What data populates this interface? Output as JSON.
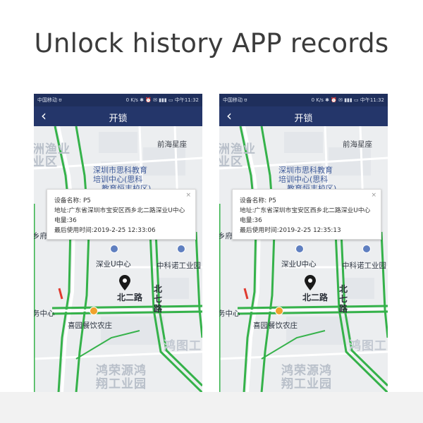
{
  "headline": "Unlock history APP records",
  "phones": [
    {
      "status": {
        "carrier": "中国移动 ʊ",
        "right": "0 K/s ✱ ⏰ ✉ ▮▮▮ ▭ 中午11:32"
      },
      "title": "开锁",
      "popup": {
        "name": "设备名称: P5",
        "address": "地址:广东省深圳市宝安区西乡北二路深业U中心",
        "battery": "电量:36",
        "last_used": "最后使用时间:2019-2-25 12:33:06"
      }
    },
    {
      "status": {
        "carrier": "中国移动 ʊ",
        "right": "0 K/s ✱ ⏰ ✉ ▮▮▮ ▭ 中午11:32"
      },
      "title": "开锁",
      "popup": {
        "name": "设备名称: P5",
        "address": "地址:广东省深圳市宝安区西乡北二路深业U中心",
        "battery": "电量:36",
        "last_used": "最后使用时间:2019-2-25 12:35:13"
      }
    }
  ],
  "map_labels": {
    "fishery": "洲渔业",
    "industrial_zone": "业区",
    "qianhai_star": "前海星座",
    "school_1": "深圳市思科教育",
    "school_2": "培训中心(思科",
    "school_3": "教育恒丰校区)",
    "west_township": "乡府",
    "su_center": "深业U中心",
    "zhongke": "中科诺工业园",
    "bei_er_road": "北二路",
    "north7_a": "北",
    "north7_b": "七",
    "north7_c": "路",
    "service_center": "务中心",
    "xiyuan": "喜园餐饮农庄",
    "hongtu": "鸿图工",
    "hongrong_1": "鸿荣源鸿",
    "hongrong_2": "翔工业园"
  }
}
